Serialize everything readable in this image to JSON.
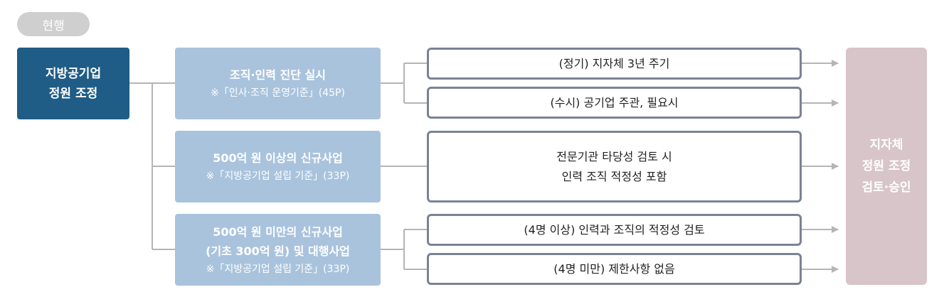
{
  "status_tag": "현행",
  "root": {
    "line1": "지방공기업",
    "line2": "정원 조정"
  },
  "categories": [
    {
      "title": "조직·인력 진단 실시",
      "title2": "",
      "ref": "※「인사·조직 운영기준」(45P)"
    },
    {
      "title": "500억 원 이상의 신규사업",
      "title2": "",
      "ref": "※「지방공기업 설립 기준」(33P)"
    },
    {
      "title": "500억 원 미만의 신규사업",
      "title2": "(기초 300억 원) 및 대행사업",
      "ref": "※「지방공기업 설립 기준」(33P)"
    }
  ],
  "outcomes": [
    {
      "line1": "(정기) 지자체 3년 주기",
      "line2": ""
    },
    {
      "line1": "(수시) 공기업 주관, 필요시",
      "line2": ""
    },
    {
      "line1": "전문기관 타당성 검토 시",
      "line2": "인력 조직 적정성 포함"
    },
    {
      "line1": "(4명 이상) 인력과 조직의 적정성 검토",
      "line2": ""
    },
    {
      "line1": "(4명 미만) 제한사항 없음",
      "line2": ""
    }
  ],
  "final": {
    "line1": "지자체",
    "line2": "정원 조정",
    "line3": "검토·승인"
  },
  "colors": {
    "root_bg": "#1f5c86",
    "category_bg": "#a9c3dd",
    "outcome_border": "#7b8296",
    "final_bg": "#d8c5c9",
    "tag_bg": "#cfcfcf",
    "connector": "#b5b5b5"
  }
}
